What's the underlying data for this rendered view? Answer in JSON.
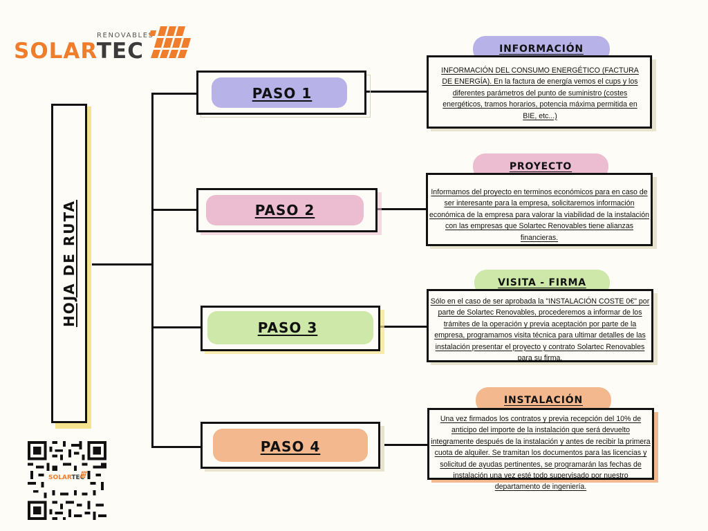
{
  "logo": {
    "solar": "SOLAR",
    "tec": "TEC",
    "sub": "RENOVABLES",
    "qr_solar": "SOLAR",
    "qr_tec": "TEC"
  },
  "title": "HOJA DE RUTA",
  "steps": [
    {
      "label": "PASO 1",
      "color": "#b7b2e8"
    },
    {
      "label": "PASO 2",
      "color": "#ecbcd0"
    },
    {
      "label": "PASO 3",
      "color": "#cde8a8"
    },
    {
      "label": "PASO 4",
      "color": "#f3b88e"
    }
  ],
  "tags": [
    {
      "label": "INFORMACIÓN",
      "color": "#b7b2e8"
    },
    {
      "label": "PROYECTO",
      "color": "#ecbcd0"
    },
    {
      "label": "VISITA - FIRMA",
      "color": "#cde8a8"
    },
    {
      "label": "INSTALACIÓN",
      "color": "#f3b88e"
    }
  ],
  "descriptions": [
    "INFORMACIÓN DEL CONSUMO ENERGÉTICO (FACTURA DE ENERGÍA). En la factura de energía vemos el cups y los diferentes parámetros del punto de suministro (costes energéticos, tramos horarios, potencia máxima permitida en BIE, etc...)",
    "Informamos del proyecto en terminos económicos para en caso de ser interesante para la empresa, solicitaremos información económica de la empresa para valorar la viabilidad de la instalación con las empresas que Solartec Renovables tiene alianzas financieras.",
    "Sólo en el caso de ser aprobada la \"INSTALACIÓN COSTE 0€\" por parte de Solartec Renovables, procederemos a informar de los trámites de la operación y previa aceptación por parte de la empresa, programamos visita técnica para ultimar detalles de las instalación presentar el proyecto y contrato Solartec Renovables para su firma.",
    "Una vez firmados los contratos y previa recepción  del 10% de anticipo del importe de la instalación que será devuelto integramente  después de la instalación y antes de recibir la primera cuota de alquiler. Se tramitan los documentos para las licencias y solicitud de ayudas pertinentes, se programarán las fechas de instalación una vez esté todo supervisado por nuestro departamento de ingeniería."
  ],
  "icons": [
    "sun-panel-icon",
    "qr-code"
  ]
}
